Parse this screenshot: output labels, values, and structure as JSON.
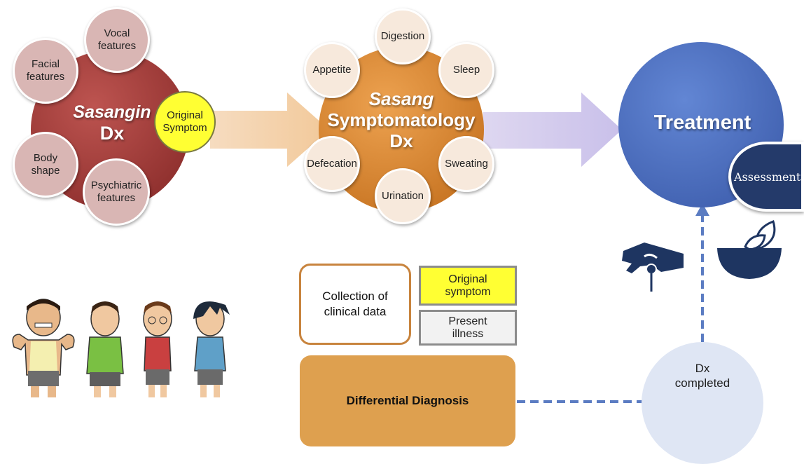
{
  "sasangin": {
    "title_line1": "Sasangin",
    "title_line2": "Dx",
    "satellites": {
      "vocal": "Vocal\nfeatures",
      "facial": "Facial\nfeatures",
      "body": "Body\nshape",
      "psychiatric": "Psychiatric\nfeatures",
      "original": "Original\nSymptom"
    }
  },
  "symptomatology": {
    "title_line1": "Sasang",
    "title_line2": "Symptomatology",
    "title_line3": "Dx",
    "satellites": {
      "digestion": "Digestion",
      "sleep": "Sleep",
      "sweating": "Sweating",
      "urination": "Urination",
      "defecation": "Defecation",
      "appetite": "Appetite"
    }
  },
  "treatment": {
    "title": "Treatment",
    "assessment": "Assessment"
  },
  "collection": {
    "label": "Collection of\nclinical data",
    "original_symptom": "Original\nsymptom",
    "present_illness": "Present\nillness"
  },
  "differential": {
    "label": "Differential Diagnosis"
  },
  "dx_completed": {
    "label": "Dx\ncompleted"
  },
  "icons": [
    "acupuncture-hand-icon",
    "herbal-bowl-icon",
    "constitution-characters-icon"
  ],
  "colors": {
    "sasangin_hub": "#a4403d",
    "symptom_hub": "#d98a33",
    "treatment_hub": "#4a6fc0",
    "assessment": "#243a6a",
    "yellow": "#ffff33",
    "differential": "#dea04f",
    "dx_circle": "#dfe6f4",
    "dashed_line": "#5b7cc2"
  }
}
